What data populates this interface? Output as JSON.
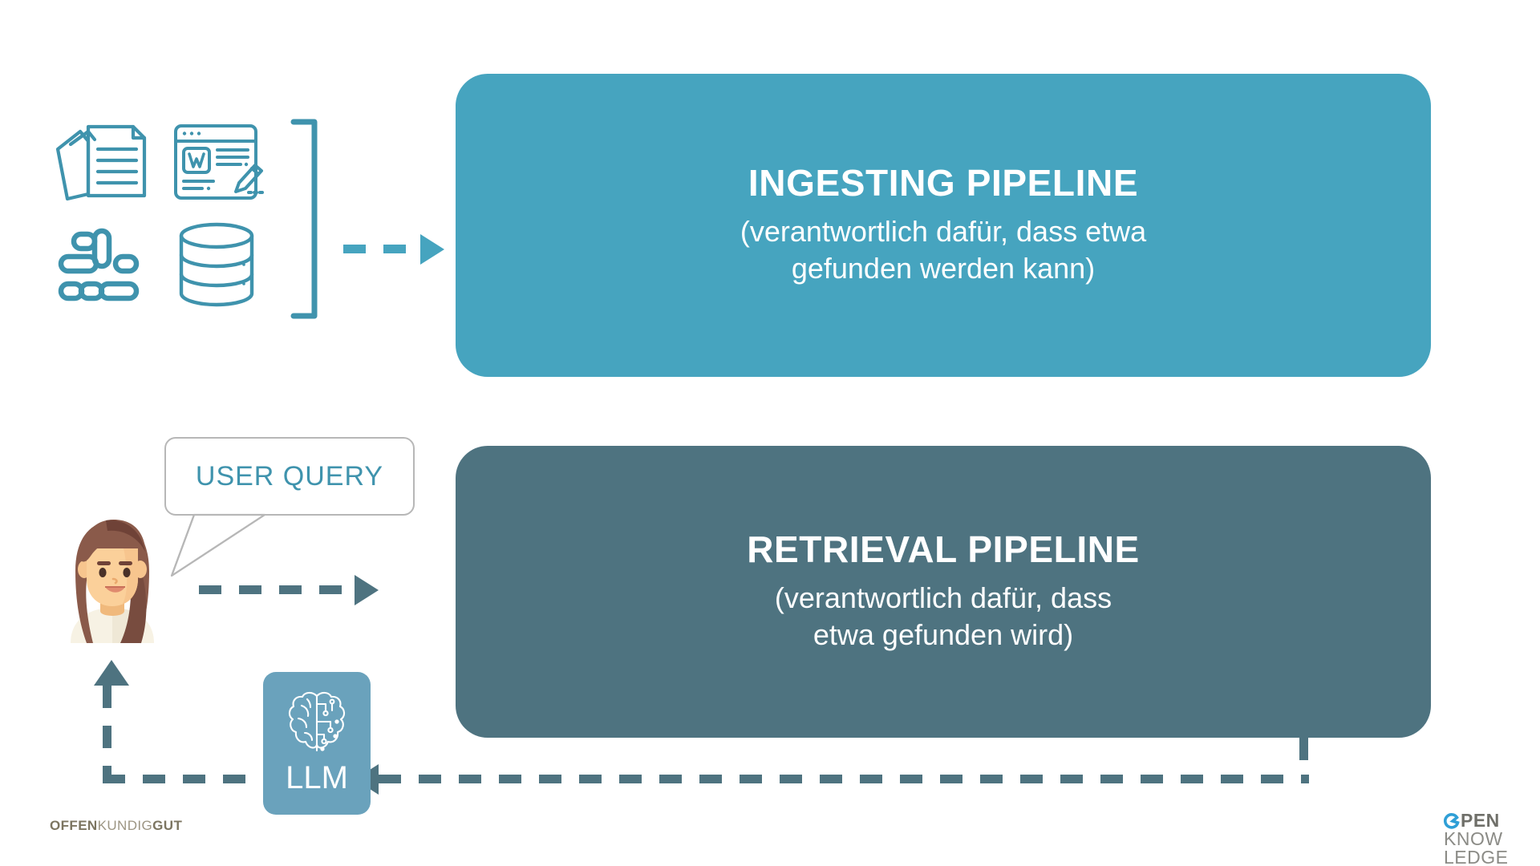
{
  "slide": {
    "background": "#ffffff",
    "accent_light": "#46A4BF",
    "accent_dark": "#4E7380",
    "llm_blue": "#6AA2BC",
    "bubble_text_color": "#3f93ad"
  },
  "ingesting": {
    "title": "INGESTING PIPELINE",
    "subtitle": "(verantwortlich dafür, dass etwa\ngefunden werden kann)"
  },
  "retrieval": {
    "title": "RETRIEVAL PIPELINE",
    "subtitle": "(verantwortlich dafür, dass\netwa gefunden wird)"
  },
  "sources": {
    "icons": [
      {
        "name": "documents-icon",
        "label": "documents"
      },
      {
        "name": "word-document-edit-icon",
        "label": "word document with pencil"
      },
      {
        "name": "slack-icon",
        "label": "slack"
      },
      {
        "name": "database-icon",
        "label": "database"
      }
    ],
    "bracket": "sources-bracket"
  },
  "user": {
    "avatar_name": "user-avatar",
    "query_label": "USER QUERY"
  },
  "llm": {
    "label": "LLM",
    "icon": "brain-icon"
  },
  "arrows": [
    {
      "name": "sources-to-ingesting-arrow",
      "direction": "right"
    },
    {
      "name": "user-to-retrieval-arrow",
      "direction": "right"
    },
    {
      "name": "retrieval-to-llm-arrow",
      "direction": "left"
    },
    {
      "name": "llm-to-user-arrow",
      "direction": "up"
    }
  ],
  "logos": {
    "left": {
      "part1": "OFFEN",
      "part2": "KUNDIG",
      "part3": "GUT"
    },
    "right": {
      "line1_o": "O",
      "line1": "PEN",
      "line2": "KNOW",
      "line3": "LEDGE"
    }
  }
}
